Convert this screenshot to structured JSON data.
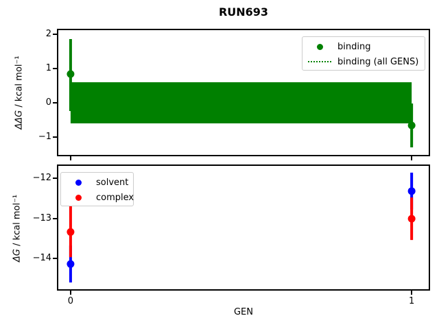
{
  "title": "RUN693",
  "xlabel": "GEN",
  "colors": {
    "binding_green": "#008000",
    "solvent_blue": "#0000ff",
    "complex_red": "#ff0000",
    "spine_black": "#000000",
    "legend_border": "#cccccc"
  },
  "chart_data": {
    "type": "errorbar",
    "subplots": [
      {
        "name": "ddG-binding",
        "ylabel_symbol": "ΔΔG",
        "ylabel_units": " / kcal mol⁻¹",
        "xlim": [
          -0.036,
          1.05
        ],
        "ylim": [
          -1.52,
          2.12
        ],
        "yticks": [
          {
            "value": 2,
            "label": "2"
          },
          {
            "value": 1,
            "label": "1"
          },
          {
            "value": 0,
            "label": "0"
          },
          {
            "value": -1,
            "label": "−1"
          }
        ],
        "xticks": [
          {
            "value": 0,
            "label": ""
          },
          {
            "value": 1,
            "label": ""
          }
        ],
        "band": {
          "label": "binding (all GENS)",
          "x0": 0,
          "x1": 1,
          "center": 0.0,
          "y_low": -0.6,
          "y_high": 0.6,
          "color": "#008000",
          "center_linestyle": "dotted"
        },
        "series": [
          {
            "name": "binding",
            "color": "#008000",
            "marker": "circle",
            "points": [
              {
                "x": 0,
                "y": 0.84,
                "err_lo": -0.24,
                "err_hi": 1.86
              },
              {
                "x": 1,
                "y": -0.66,
                "err_lo": -1.3,
                "err_hi": -0.02
              }
            ]
          }
        ],
        "legend": {
          "items": [
            {
              "label": "binding",
              "marker": "dot",
              "color": "#008000"
            },
            {
              "label": "binding (all GENS)",
              "marker": "dotted-line",
              "color": "#008000"
            }
          ]
        }
      },
      {
        "name": "dG-solvent-complex",
        "ylabel_symbol": "ΔG",
        "ylabel_units": " / kcal mol⁻¹",
        "xlim": [
          -0.036,
          1.05
        ],
        "ylim": [
          -14.77,
          -11.69
        ],
        "yticks": [
          {
            "value": -12,
            "label": "−12"
          },
          {
            "value": -13,
            "label": "−13"
          },
          {
            "value": -14,
            "label": "−14"
          }
        ],
        "xticks": [
          {
            "value": 0,
            "label": "0"
          },
          {
            "value": 1,
            "label": "1"
          }
        ],
        "series": [
          {
            "name": "solvent",
            "color": "#0000ff",
            "marker": "circle",
            "points": [
              {
                "x": 0,
                "y": -14.14,
                "err_lo": -14.6,
                "err_hi": -13.68
              },
              {
                "x": 1,
                "y": -12.32,
                "err_lo": -12.78,
                "err_hi": -11.86
              }
            ]
          },
          {
            "name": "complex",
            "color": "#ff0000",
            "marker": "circle",
            "points": [
              {
                "x": 0,
                "y": -13.34,
                "err_lo": -13.97,
                "err_hi": -12.7
              },
              {
                "x": 1,
                "y": -13.01,
                "err_lo": -13.54,
                "err_hi": -12.48
              }
            ]
          }
        ],
        "legend": {
          "items": [
            {
              "label": "solvent",
              "marker": "dot",
              "color": "#0000ff"
            },
            {
              "label": "complex",
              "marker": "dot",
              "color": "#ff0000"
            }
          ]
        }
      }
    ]
  }
}
